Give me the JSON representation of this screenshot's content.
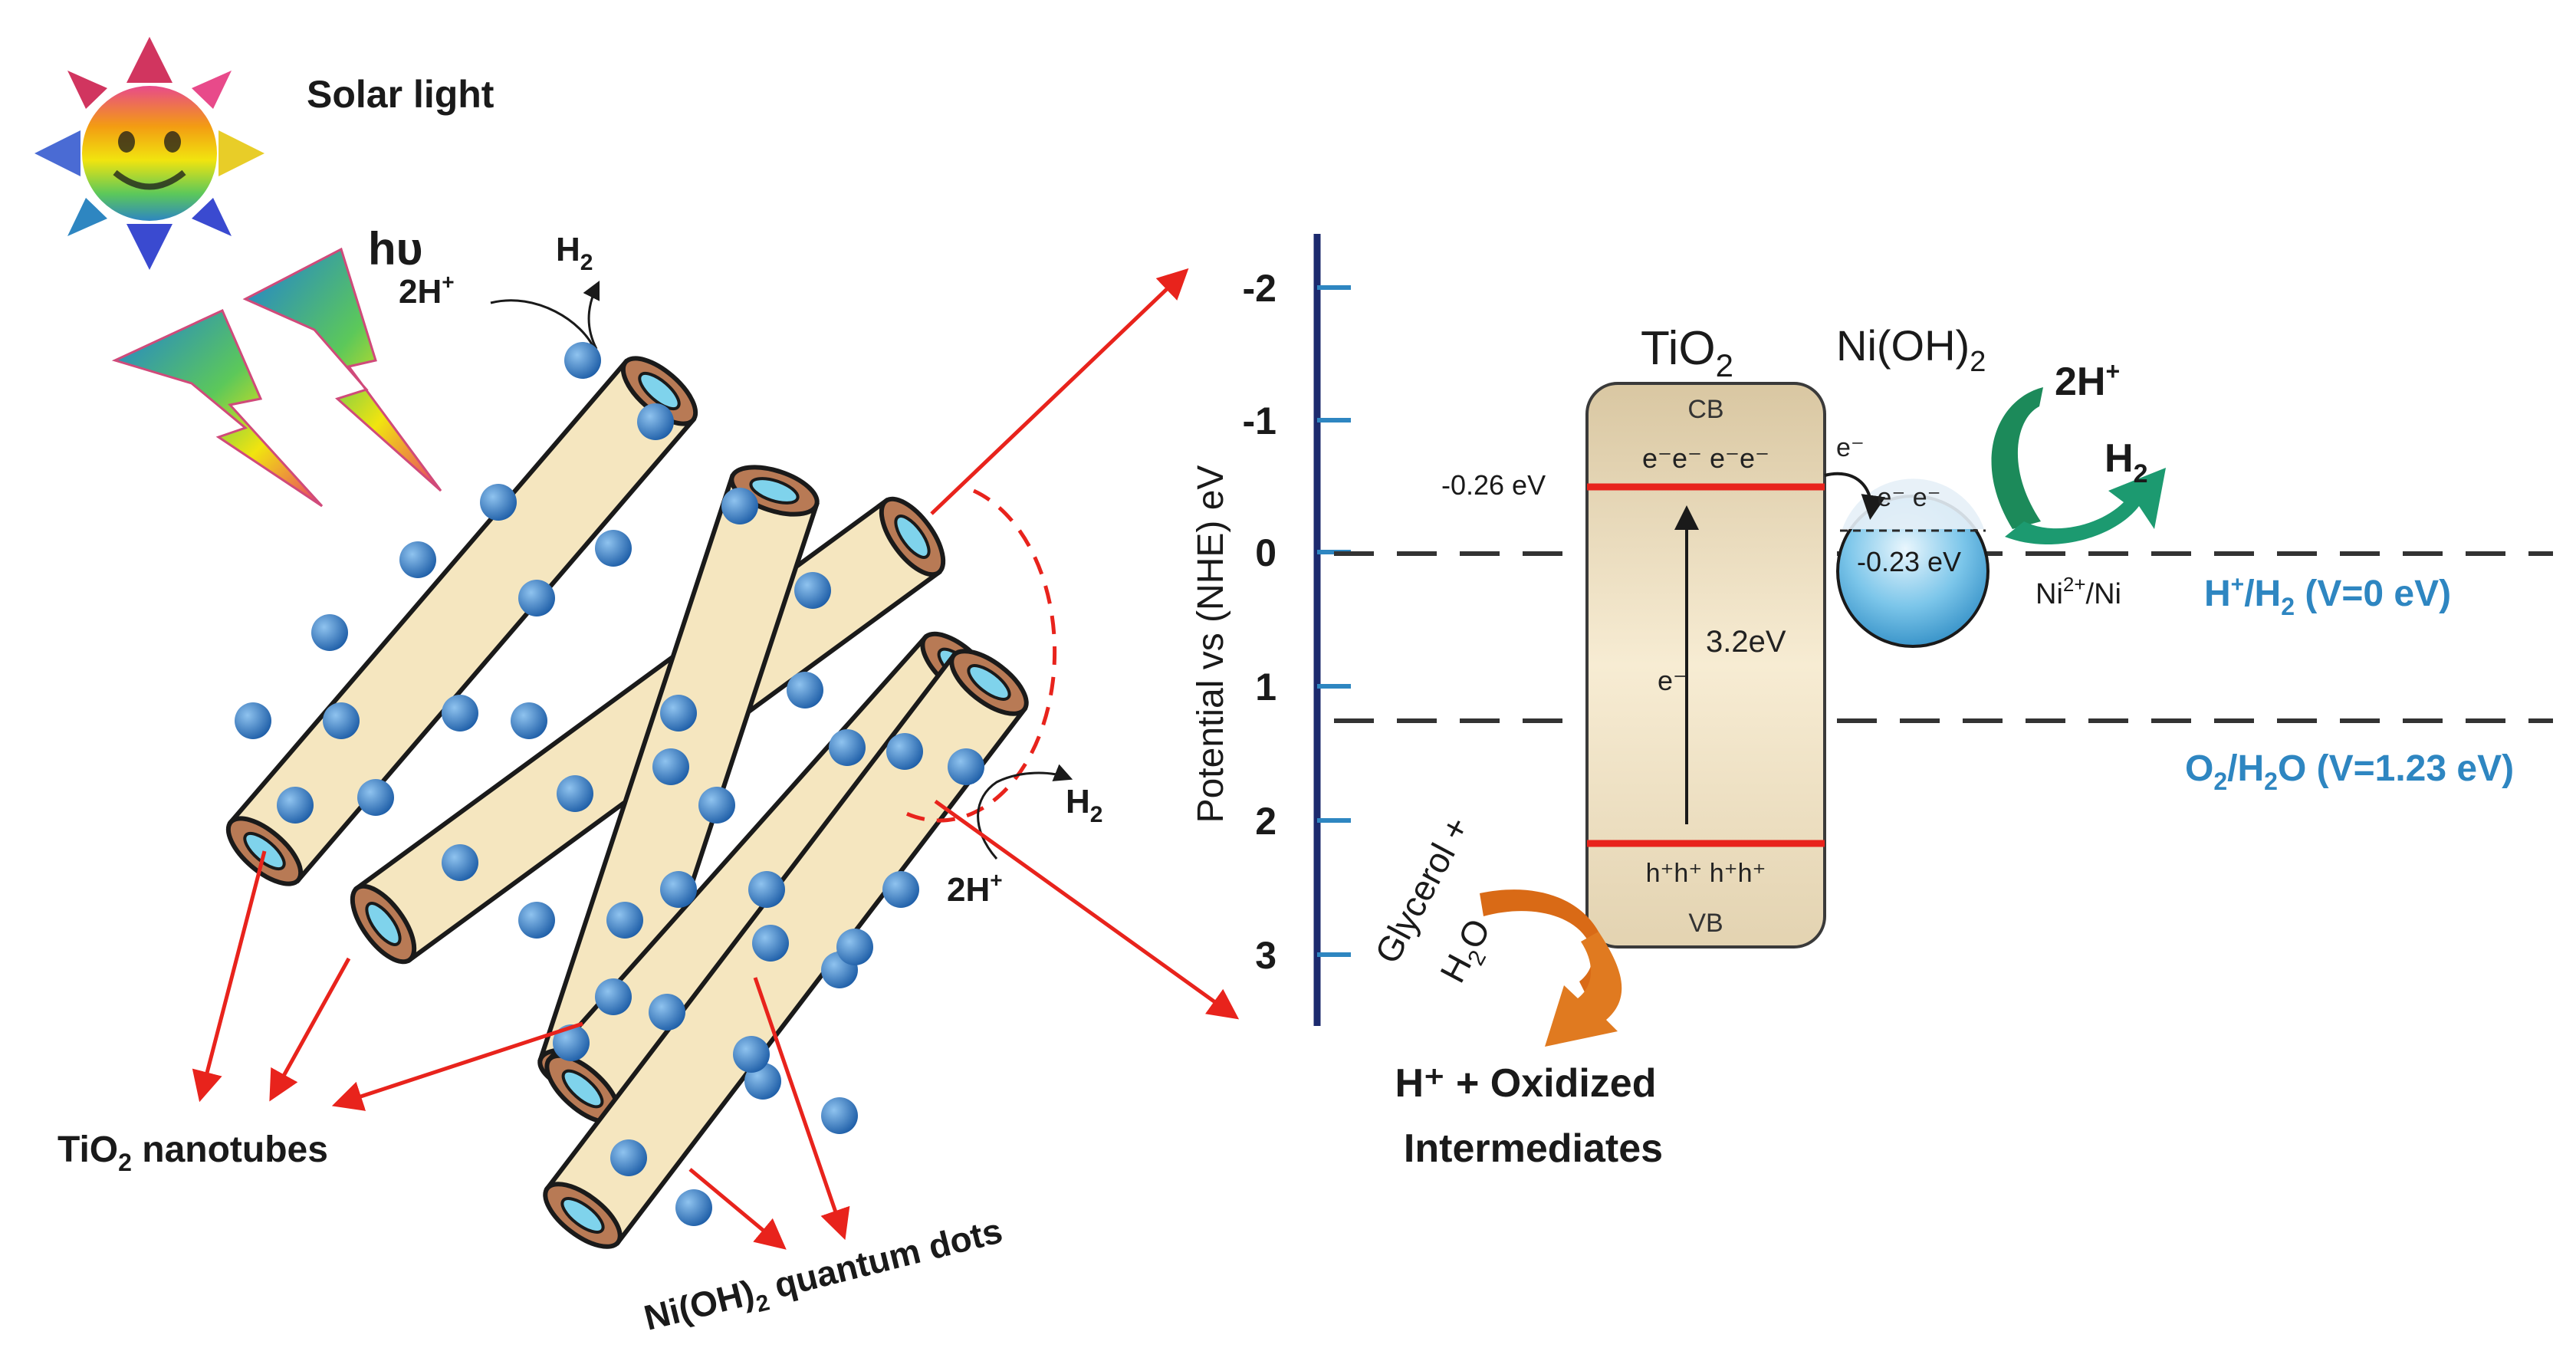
{
  "left_panel": {
    "solar_light": "Solar light",
    "hv": "hυ",
    "h2_top": "H",
    "h2_top_sub": "2",
    "h2_top_reactant": "2H",
    "h2_top_reactant_sup": "+",
    "h2_right": "H",
    "h2_right_sub": "2",
    "h2_right_reactant": "2H",
    "h2_right_reactant_sup": "+",
    "tio2_nanotubes_a": "TiO",
    "tio2_nanotubes_sub": "2",
    "tio2_nanotubes_b": " nanotubes",
    "qd_a": "Ni(OH)",
    "qd_sub": "2",
    "qd_b": " quantum dots"
  },
  "axis": {
    "label": "Potential vs (NHE) eV",
    "ticks": [
      "-2",
      "-1",
      "0",
      "1",
      "2",
      "3"
    ]
  },
  "band": {
    "tio2_a": "TiO",
    "tio2_sub": "2",
    "cb": "CB",
    "vb": "VB",
    "electrons": "e⁻e⁻ e⁻e⁻",
    "holes": "h⁺h⁺ h⁺h⁺",
    "cb_level": "-0.26 eV",
    "gap_e": "e⁻",
    "gap": "3.2eV",
    "nioh_a": "Ni(OH)",
    "nioh_sub": "2",
    "nioh_e_transfer": "e⁻",
    "nioh_electrons": "e⁻ e⁻",
    "nioh_level": "-0.23 eV",
    "ni_couple_a": "Ni",
    "ni_couple_sup": "2+",
    "ni_couple_b": "/Ni",
    "reactant_a": "2H",
    "reactant_sup": "+",
    "product_a": "H",
    "product_sub": "2",
    "glycerol": "Glycerol +",
    "water_a": "H",
    "water_sub": "2",
    "water_b": "O",
    "oxidized_1": "H⁺ + Oxidized",
    "oxidized_2": "Intermediates"
  },
  "reference_levels": {
    "h_a": "H",
    "h_sup": "+",
    "h_b": "/H",
    "h_sub": "2",
    "h_c": " (V=0 eV)",
    "o_a": "O",
    "o_sub": "2",
    "o_b": "/H",
    "o_sub2": "2",
    "o_c": "O (V=1.23 eV)"
  },
  "colors": {
    "tube_fill": "#f5e6bf",
    "tube_end": "#b87a55",
    "tube_bore": "#7fd3ec",
    "dot": "#2e74c0",
    "arrow": "#e8231c",
    "axis": "#1c2a6e",
    "ref_text": "#2e86c1",
    "band_red": "#e8231c",
    "teal_arrow": "#1c8a5a",
    "orange_arrow": "#d96a16"
  },
  "icons": [
    "sun-icon",
    "lightning-icon"
  ]
}
